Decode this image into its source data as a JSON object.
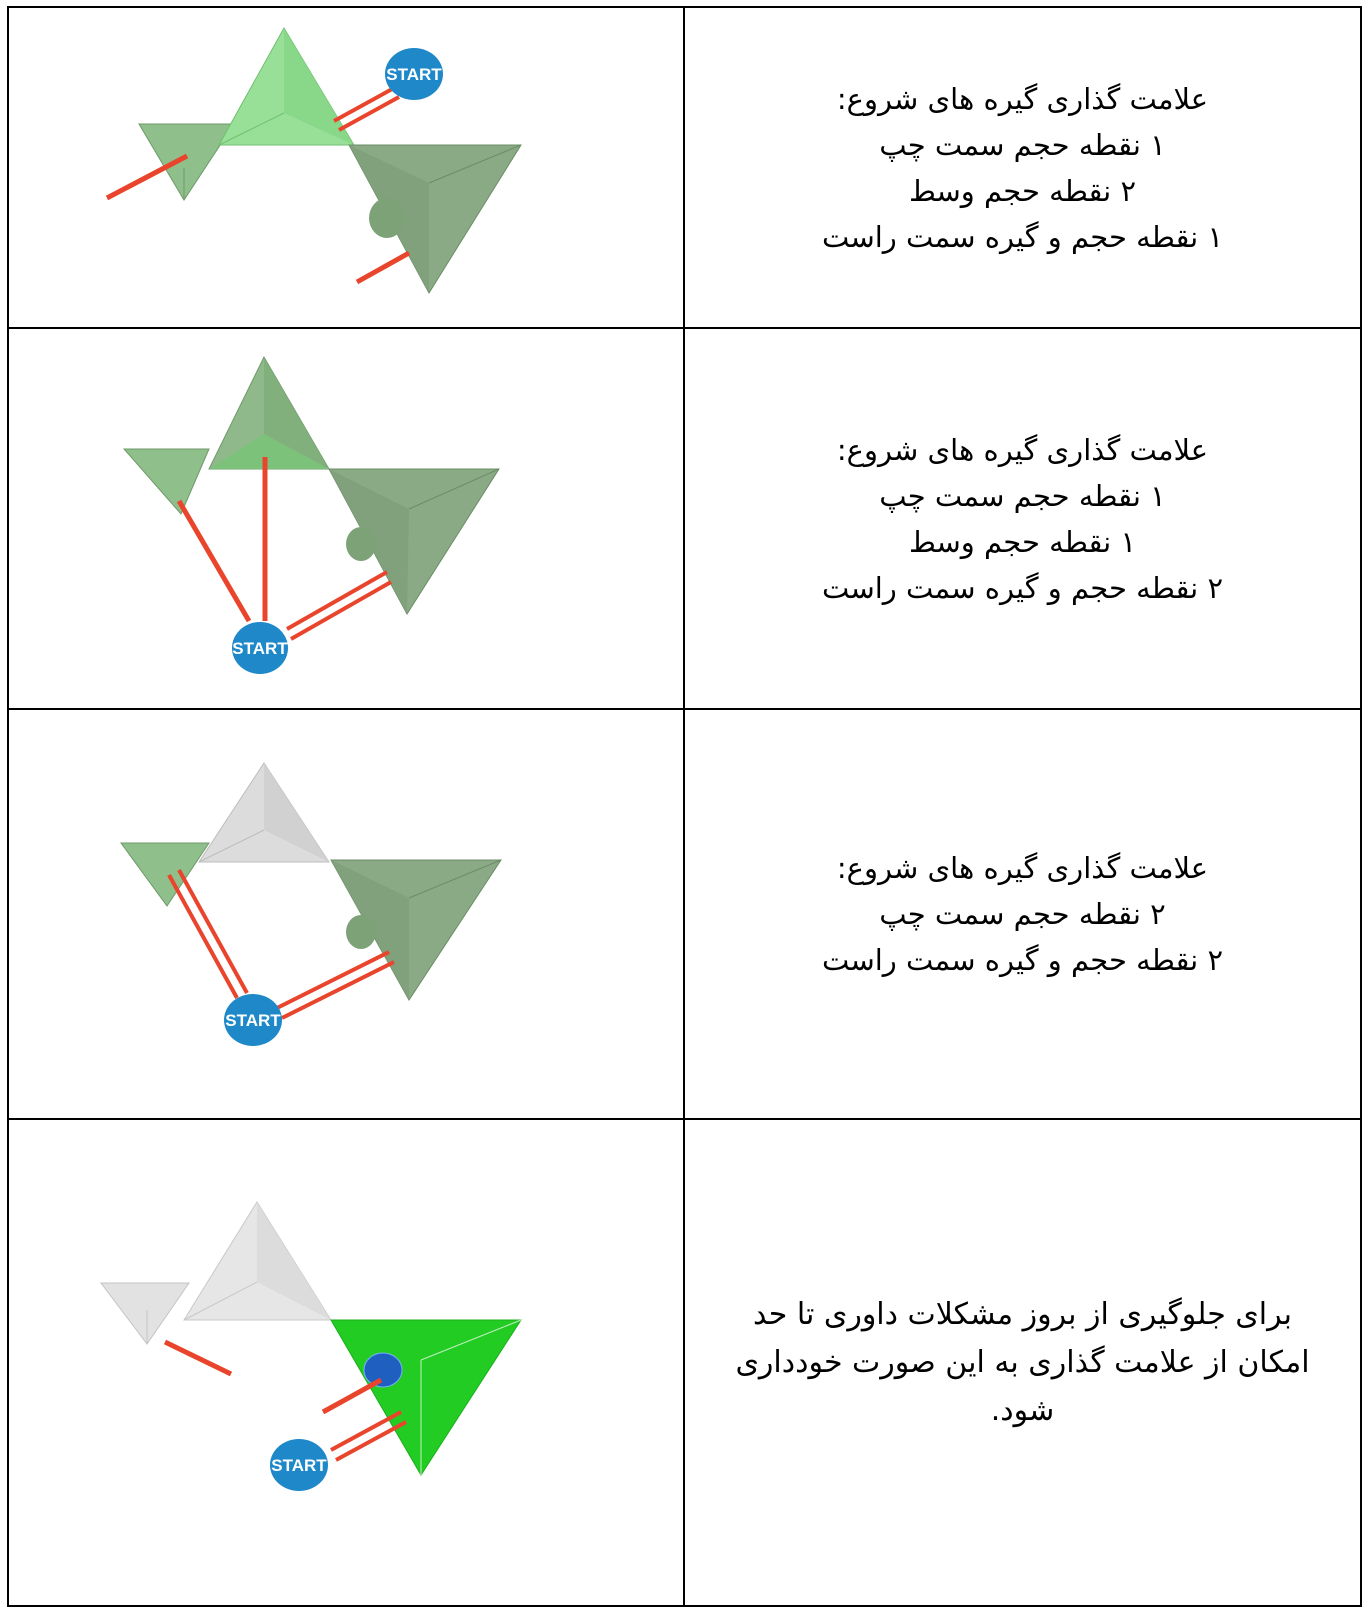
{
  "colors": {
    "border": "#000000",
    "green_light": "#8fd98f",
    "green_muted": "#8aaa86",
    "green_bright": "#22cc22",
    "gray_light": "#dcdcdc",
    "rope_red": "#e8452c",
    "start_blue": "#1e88c8"
  },
  "rows": [
    {
      "image": {
        "start_label": "START",
        "description_icon": "route-diagram-icon"
      },
      "lines": [
        "علامت گذاری گیره های شروع:",
        "۱ نقطه حجم سمت چپ",
        "۲ نقطه حجم وسط",
        "۱ نقطه حجم و گیره سمت راست"
      ]
    },
    {
      "image": {
        "start_label": "START",
        "description_icon": "route-diagram-icon"
      },
      "lines": [
        "علامت گذاری گیره های شروع:",
        "۱ نقطه حجم سمت چپ",
        "۱ نقطه حجم وسط",
        "۲ نقطه حجم و گیره سمت راست"
      ]
    },
    {
      "image": {
        "start_label": "START",
        "description_icon": "route-diagram-icon"
      },
      "lines": [
        "علامت گذاری گیره های شروع:",
        "۲ نقطه حجم سمت چپ",
        "۲ نقطه حجم و گیره سمت راست"
      ]
    },
    {
      "image": {
        "start_label": "START",
        "description_icon": "route-diagram-icon"
      },
      "paragraph": "برای جلوگیری از بروز مشکلات داوری تا حد امکان از علامت گذاری به این صورت خودداری شود."
    }
  ]
}
